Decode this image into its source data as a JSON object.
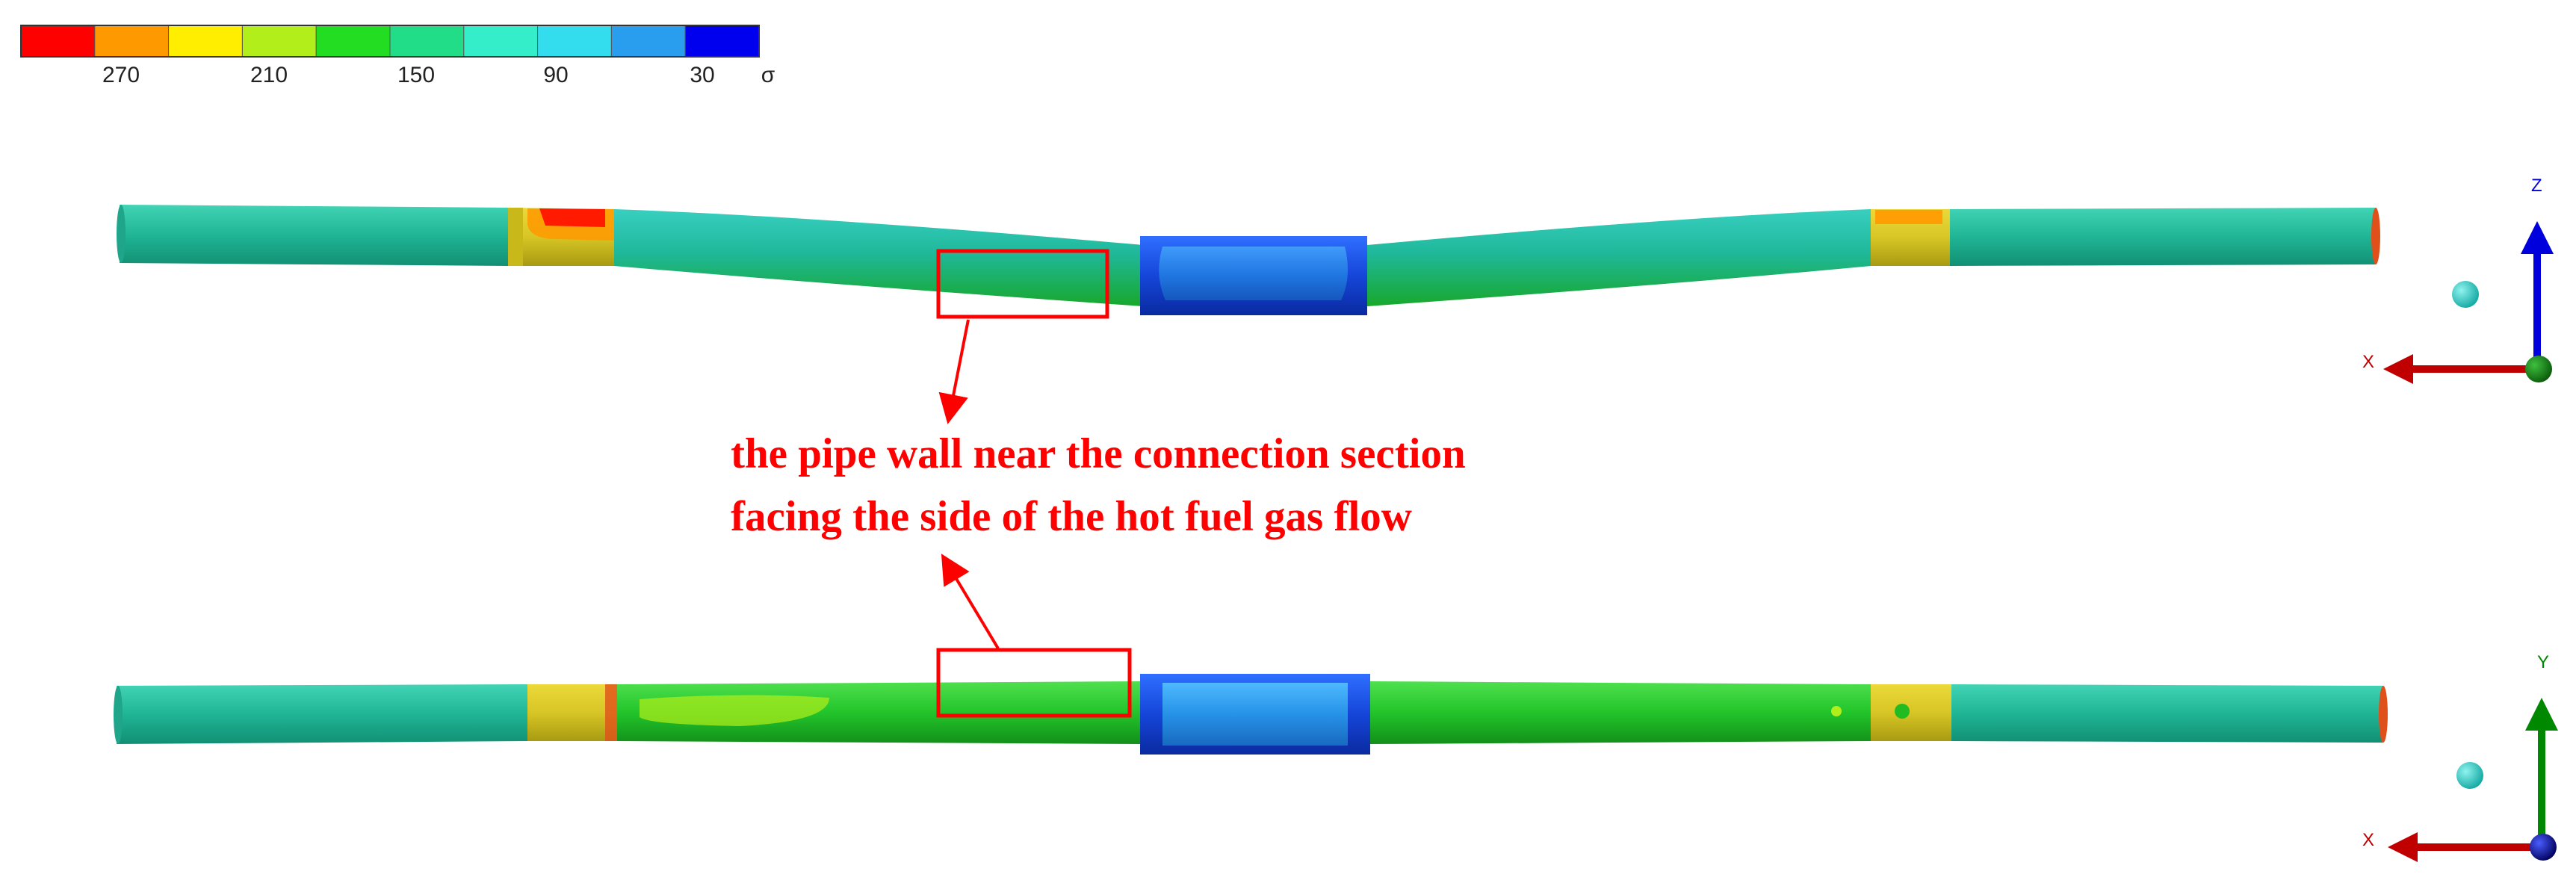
{
  "legend": {
    "colors": [
      "#ff0000",
      "#ff9900",
      "#ffee00",
      "#b2ee1a",
      "#22dd22",
      "#22dd88",
      "#33eec8",
      "#33ddee",
      "#2a9eee",
      "#0000ee"
    ],
    "tick_labels": [
      "270",
      "210",
      "150",
      "90",
      "30"
    ],
    "symbol": "σ"
  },
  "annotation": {
    "line1": "the pipe wall near the connection section",
    "line2": "facing the side of the hot fuel gas flow",
    "color": "#ff0000"
  },
  "views": [
    {
      "name": "side-view",
      "axes": {
        "horizontal": "X",
        "vertical": "Z"
      }
    },
    {
      "name": "top-view",
      "axes": {
        "horizontal": "X",
        "vertical": "Y"
      }
    }
  ],
  "colors": {
    "pipe_teal": "#1fb595",
    "pipe_green": "#21c429",
    "coupling_blue": "#1546d9",
    "joint_yellow": "#d7c625",
    "hot_red": "#ff2200",
    "axis_x": "#c00000",
    "axis_z": "#0000dd",
    "axis_y": "#008800"
  }
}
